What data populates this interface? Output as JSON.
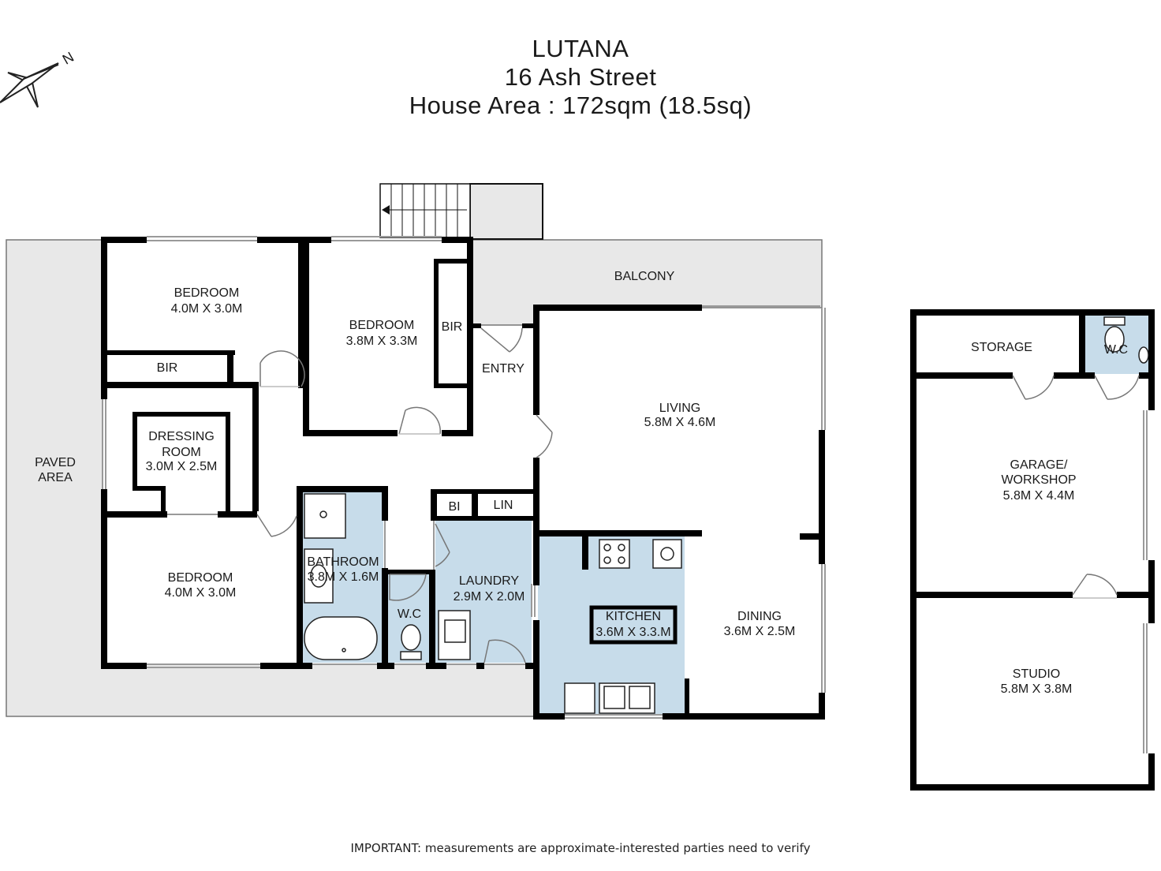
{
  "header": {
    "suburb": "LUTANA",
    "address": "16 Ash Street",
    "area": "House Area : 172sqm (18.5sq)"
  },
  "compass": {
    "letter": "N"
  },
  "rooms": {
    "bedroom1": {
      "name": "BEDROOM",
      "size": "4.0M X 3.0M"
    },
    "bedroom2": {
      "name": "BEDROOM",
      "size": "3.8M X 3.3M"
    },
    "bedroom3": {
      "name": "BEDROOM",
      "size": "4.0M X 3.0M"
    },
    "bir1": "BIR",
    "bir2": "BIR",
    "balcony": "BALCONY",
    "entry": "ENTRY",
    "living": {
      "name": "LIVING",
      "size": "5.8M X 4.6M"
    },
    "dressing": {
      "line1": "DRESSING",
      "line2": "ROOM",
      "size": "3.0M X 2.5M"
    },
    "paved": {
      "line1": "PAVED",
      "line2": "AREA"
    },
    "bi": "BI",
    "lin": "LIN",
    "bathroom": {
      "name": "BATHROOM",
      "size": "3.8M X 1.6M"
    },
    "laundry": {
      "name": "LAUNDRY",
      "size": "2.9M X 2.0M"
    },
    "wc_main": "W.C",
    "kitchen": {
      "name": "KITCHEN",
      "size": "3.6M X 3.3.M"
    },
    "dining": {
      "name": "DINING",
      "size": "3.6M X 2.5M"
    },
    "storage": "STORAGE",
    "wc_garage": "W.C",
    "garage": {
      "line1": "GARAGE/",
      "line2": "WORKSHOP",
      "size": "5.8M X 4.4M"
    },
    "studio": {
      "name": "STUDIO",
      "size": "5.8M X 3.8M"
    }
  },
  "footer": {
    "disclaimer": "IMPORTANT: measurements are approximate-interested parties need to verify"
  },
  "colors": {
    "wall": "#000000",
    "wet_area": "#c7dcea",
    "outdoor": "#e8e8e8",
    "window": "#9a9a9a"
  }
}
